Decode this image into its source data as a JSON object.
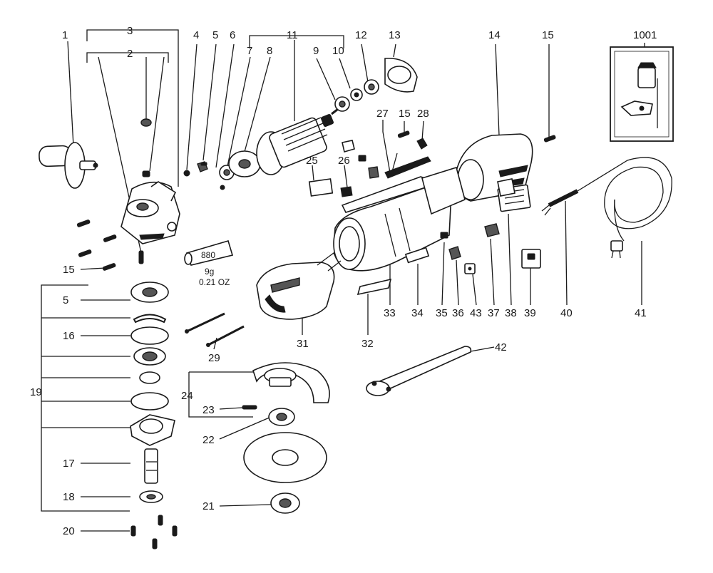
{
  "labels": {
    "l1": "1",
    "l2": "2",
    "l3": "3",
    "l4": "4",
    "l5a": "5",
    "l6": "6",
    "l7": "7",
    "l8": "8",
    "l9": "9",
    "l10": "10",
    "l11": "11",
    "l12": "12",
    "l13": "13",
    "l14": "14",
    "l15a": "15",
    "l15b": "15",
    "l15c": "15",
    "l28": "28",
    "l27": "27",
    "l25": "25",
    "l26": "26",
    "l1001": "1001",
    "l5b": "5",
    "l16": "16",
    "l19": "19",
    "l17": "17",
    "l18": "18",
    "l20": "20",
    "l29": "29",
    "l31": "31",
    "l24": "24",
    "l23": "23",
    "l22": "22",
    "l21": "21",
    "l32": "32",
    "l33": "33",
    "l34": "34",
    "l35": "35",
    "l36": "36",
    "l43": "43",
    "l37": "37",
    "l38": "38",
    "l39": "39",
    "l40": "40",
    "l41": "41",
    "l42": "42"
  },
  "grease": {
    "code": "880",
    "weight": "9g",
    "ounces": "0.21 OZ"
  },
  "colors": {
    "ink": "#1a1a1a",
    "paper": "#ffffff",
    "shade": "#555555"
  }
}
